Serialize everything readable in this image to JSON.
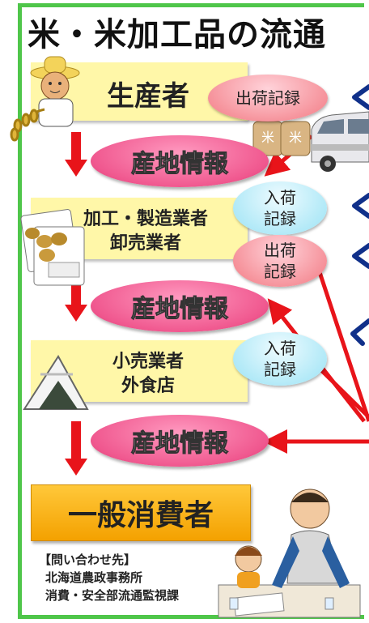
{
  "title": "米・米加工品の流通",
  "stages": {
    "producer": "生産者",
    "processor_line1": "加工・製造業者",
    "processor_line2": "卸売業者",
    "retailer_line1": "小売業者",
    "retailer_line2": "外食店",
    "consumer": "一般消費者"
  },
  "origin_info": "産地情報",
  "records": {
    "shipping_single": "出荷記録",
    "receiving_line1": "入荷",
    "receiving_line2": "記録",
    "shipping_line1": "出荷",
    "shipping_line2": "記録"
  },
  "rice_bag_label": "米",
  "contact": {
    "heading": "【問い合わせ先】",
    "line1": "北海道農政事務所",
    "line2": "消費・安全部流通監視課"
  },
  "colors": {
    "frame": "#4fc64a",
    "stage_box": "#fff7a8",
    "origin_bubble": "#f0588f",
    "shipping_pill": "#f4868f",
    "receiving_pill": "#a6e6f6",
    "consumer_box": "#f4a100",
    "red_arrow": "#e8141a",
    "blue_arrow": "#10308a"
  },
  "icons": [
    "farmer-icon",
    "rice-icon",
    "rice-bag-icon",
    "truck-icon",
    "potato-snack-icon",
    "onigiri-icon",
    "consumer-family-icon"
  ]
}
